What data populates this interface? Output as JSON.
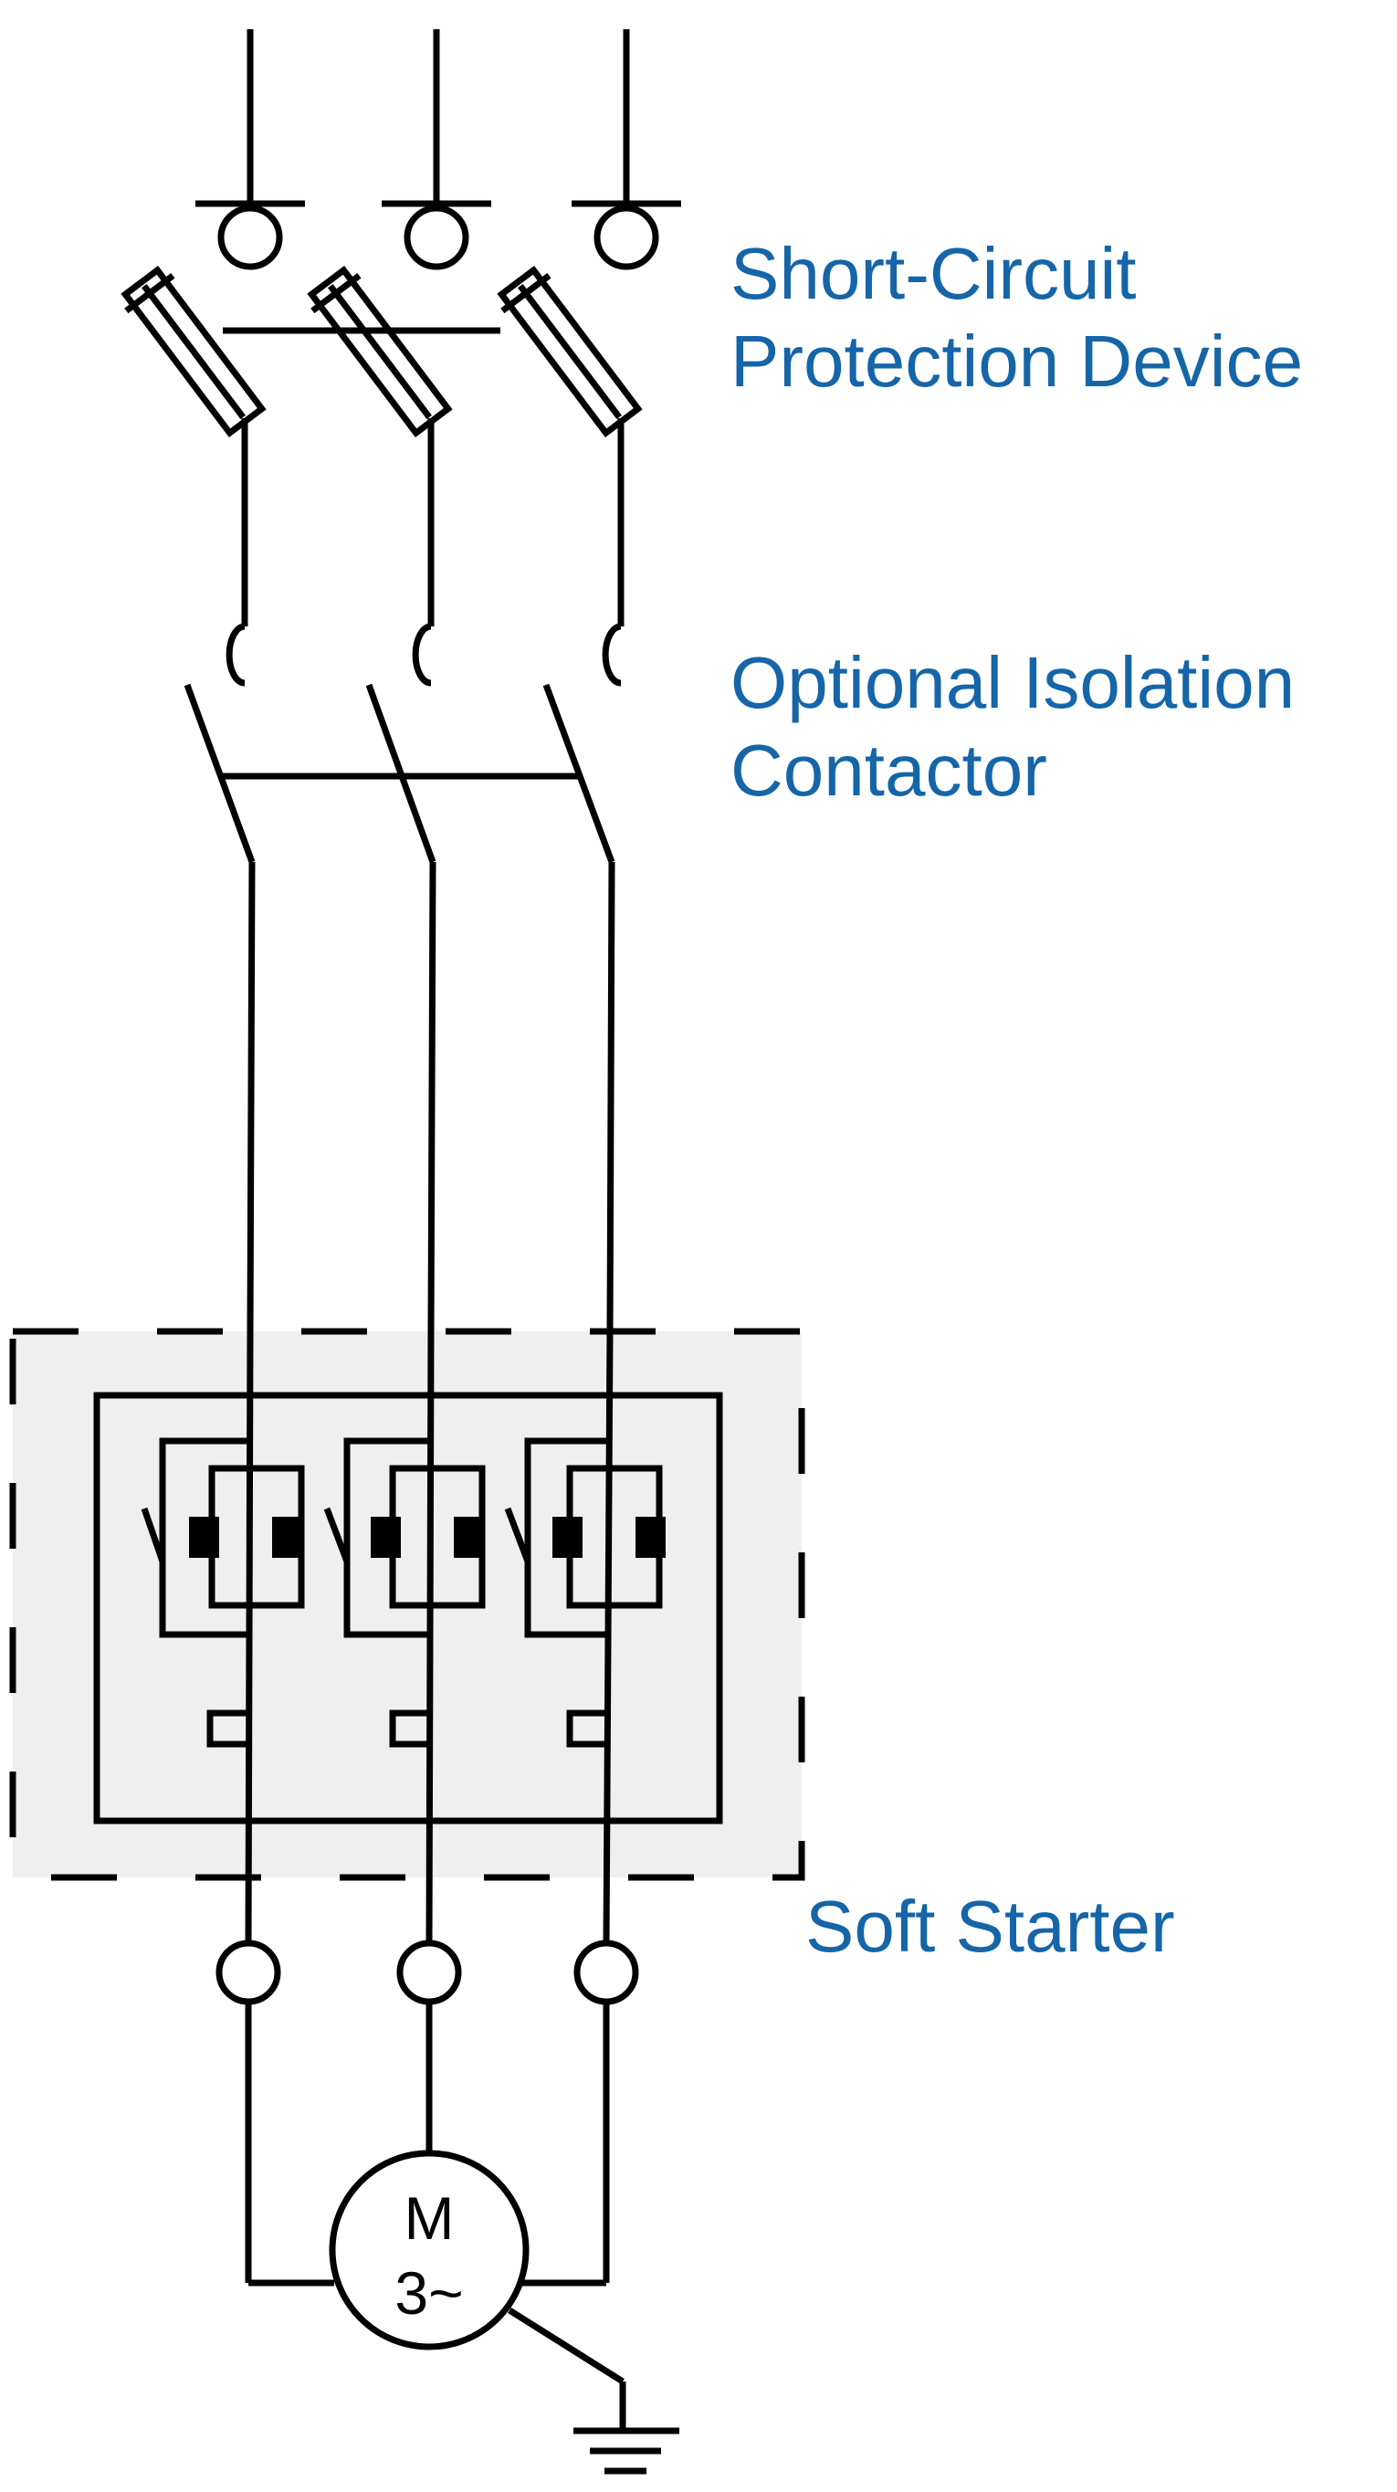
{
  "colors": {
    "label": "#1565a8",
    "line": "#000000",
    "enclosure_fill": "#efefef"
  },
  "labels": {
    "scpd": {
      "line1": "Short-Circuit",
      "line2": "Protection Device"
    },
    "isolation": {
      "line1": "Optional Isolation",
      "line2": "Contactor"
    },
    "soft_starter": {
      "line1": "Soft Starter"
    }
  },
  "motor": {
    "top": "M",
    "bottom": "3~"
  },
  "symbols": [
    "input-terminal-icon",
    "fuse-icon",
    "isolation-contact-icon",
    "scr-icon",
    "bypass-contact-icon",
    "output-terminal-icon",
    "motor-icon",
    "ground-icon"
  ]
}
